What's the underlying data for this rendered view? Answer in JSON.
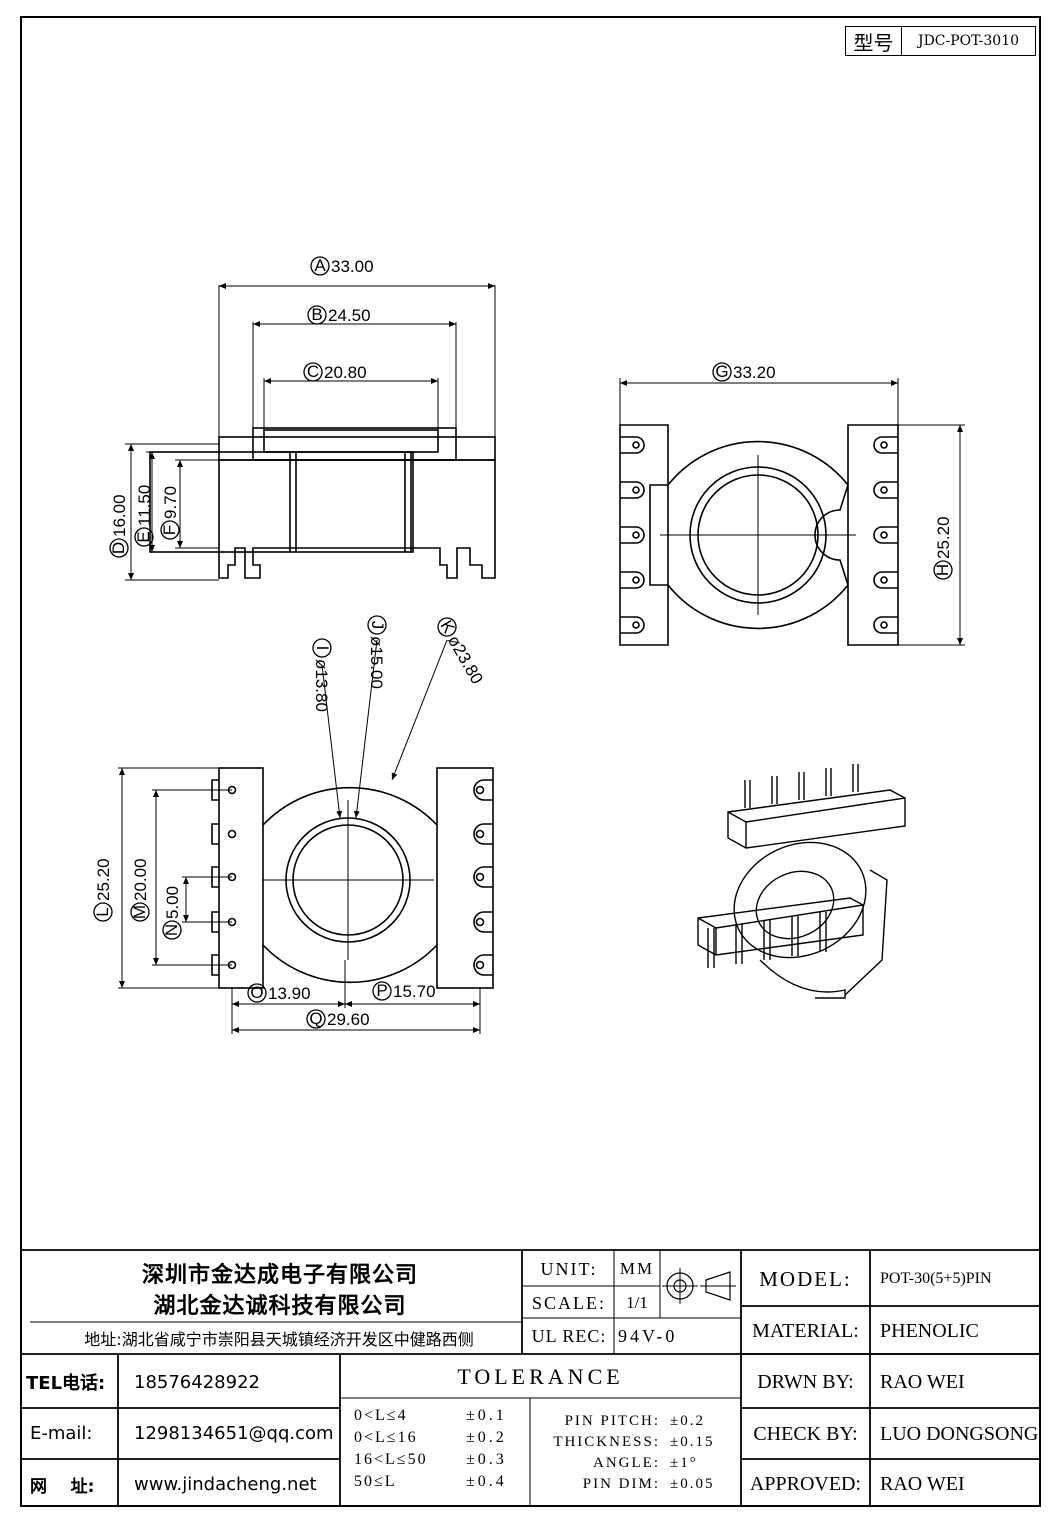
{
  "model_box": {
    "label": "型号",
    "value": "JDC-POT-3010"
  },
  "dimensions": {
    "A": "33.00",
    "B": "24.50",
    "C": "20.80",
    "D": "16.00",
    "E": "11.50",
    "F": "9.70",
    "G": "33.20",
    "H": "25.20",
    "I": "ø13.80",
    "J": "ø15.00",
    "K": "ø23.80",
    "L": "25.20",
    "M": "20.00",
    "N": "5.00",
    "O": "13.90",
    "P": "15.70",
    "Q": "29.60"
  },
  "letters": {
    "A": "A",
    "B": "B",
    "C": "C",
    "D": "D",
    "E": "E",
    "F": "F",
    "G": "G",
    "H": "H",
    "I": "I",
    "J": "J",
    "K": "K",
    "L": "L",
    "M": "M",
    "N": "N",
    "O": "O",
    "P": "P",
    "Q": "Q"
  },
  "title_block": {
    "company1": "深圳市金达成电子有限公司",
    "company2": "湖北金达诚科技有限公司",
    "address": "地址:湖北省咸宁市崇阳县天城镇经济开发区中健路西侧",
    "unit_label": "UNIT:",
    "unit_value": "MM",
    "scale_label": "SCALE:",
    "scale_value": "1/1",
    "ulrec_label": "UL REC:",
    "ulrec_value": "94V-0",
    "model_label": "MODEL:",
    "model_value": "POT-30(5+5)PIN",
    "material_label": "MATERIAL:",
    "material_value": "PHENOLIC",
    "drawn_label": "DRWN BY:",
    "drawn_value": "RAO WEI",
    "check_label": "CHECK BY:",
    "check_value": "LUO DONGSONG",
    "approved_label": "APPROVED:",
    "approved_value": "RAO WEI",
    "tel_label": "TEL电话:",
    "tel_value": "18576428922",
    "email_label": "E-mail:",
    "email_value": "1298134651@qq.com",
    "web_label": "网    址:",
    "web_value": "www.jindacheng.net",
    "tolerance_title": "TOLERANCE",
    "tol_ranges": [
      "0<L≤4",
      "0<L≤16",
      "16<L≤50",
      "50≤L"
    ],
    "tol_values": [
      "±0.1",
      "±0.2",
      "±0.3",
      "±0.4"
    ],
    "pin_labels": [
      "PIN PITCH:",
      "THICKNESS:",
      "ANGLE:",
      "PIN DIM:"
    ],
    "pin_values": [
      "±0.2",
      "±0.15",
      "±1°",
      "±0.05"
    ]
  }
}
